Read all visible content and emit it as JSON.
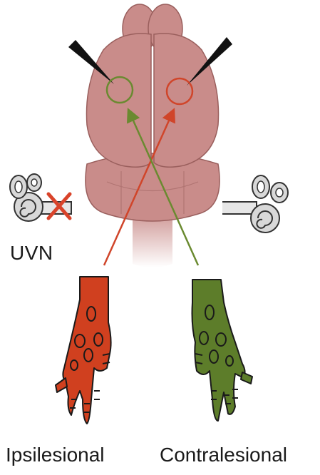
{
  "labels": {
    "lesion": "UVN",
    "left_paw": "Ipsilesional",
    "right_paw": "Contralesional"
  },
  "colors": {
    "brain": "#c98c8a",
    "brain_dark": "#9a5f5d",
    "red_paw": "#d0401f",
    "green_paw": "#5d7d2a",
    "red_arrow": "#d0452a",
    "green_arrow": "#6a8a30",
    "cross": "#d9432a",
    "ear": "#d8d8d8"
  },
  "icons": {
    "left_ear": "inner-ear-icon",
    "right_ear": "inner-ear-icon",
    "lesion_mark": "cross-icon",
    "electrodes": "electrode-icon"
  }
}
